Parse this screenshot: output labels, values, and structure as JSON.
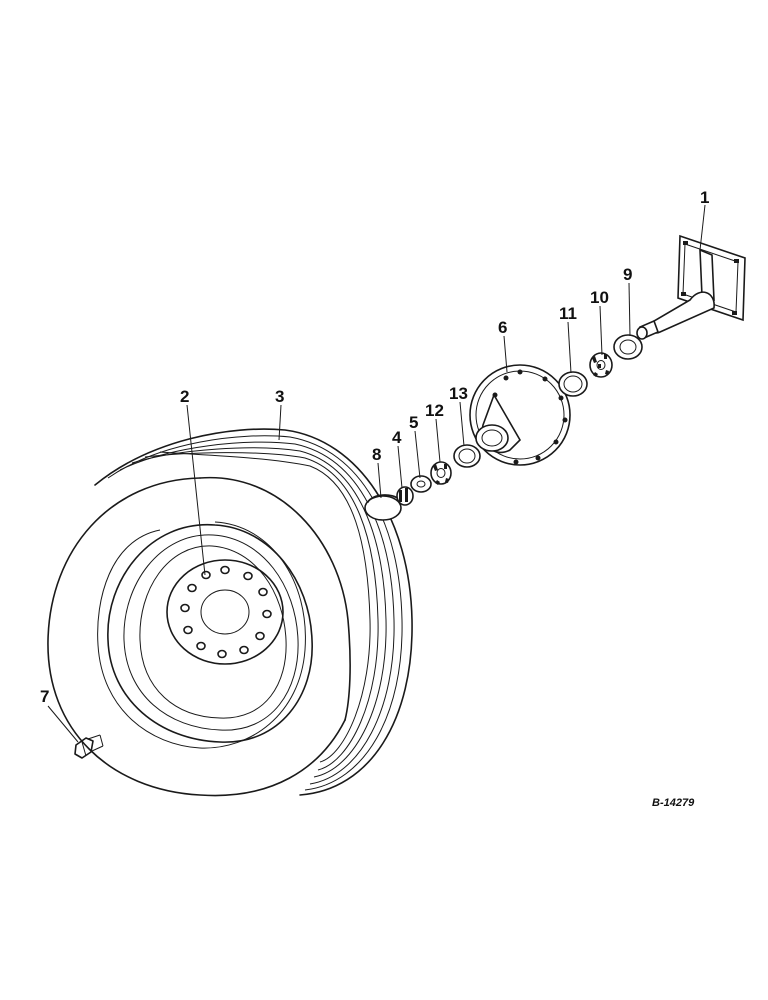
{
  "callouts": {
    "c1": "1",
    "c2": "2",
    "c3": "3",
    "c4": "4",
    "c5": "5",
    "c6": "6",
    "c7": "7",
    "c8": "8",
    "c9": "9",
    "c10": "10",
    "c11": "11",
    "c12": "12",
    "c13": "13"
  },
  "drawing_id": "B-14279"
}
